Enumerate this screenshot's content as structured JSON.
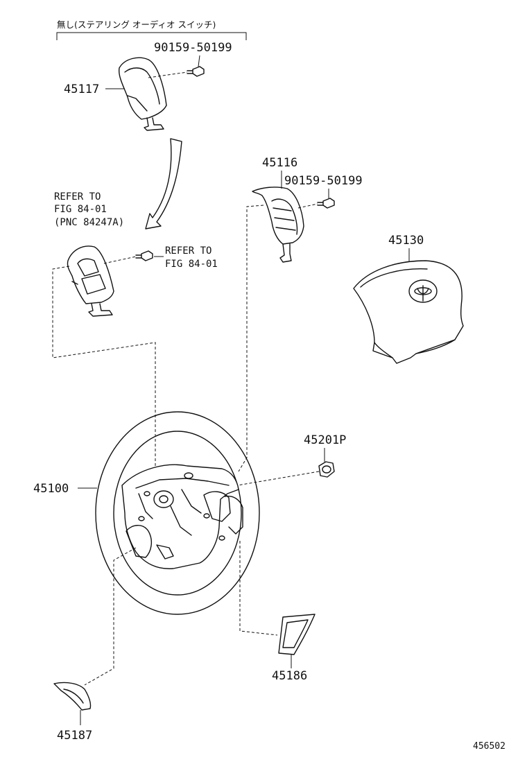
{
  "header_note": "無し(ステアリング オーディオ スイッチ)",
  "parts": {
    "bolt_top": "90159-50199",
    "cover_top": "45117",
    "refer_left_1": "REFER TO",
    "refer_left_2": "FIG 84-01",
    "refer_left_3": "(PNC 84247A)",
    "refer_mid_1": "REFER TO",
    "refer_mid_2": "FIG 84-01",
    "cover_right": "45116",
    "bolt_right": "90159-50199",
    "airbag": "45130",
    "nut": "45201P",
    "wheel": "45100",
    "lower_cover_right": "45186",
    "lower_cover_left": "45187"
  },
  "figure_id": "456502"
}
